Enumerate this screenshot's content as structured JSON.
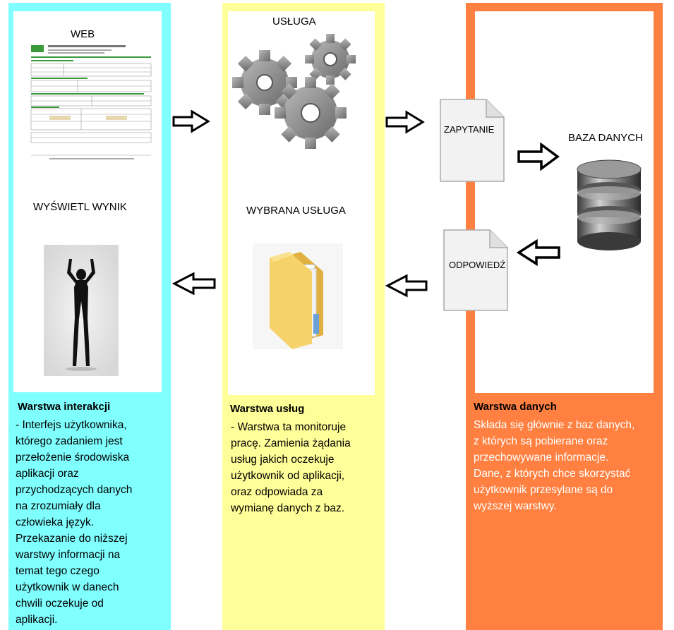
{
  "columns": {
    "interaction": {
      "web_label": "WEB",
      "result_label": "WYŚWIETL WYNIK",
      "title": "Warstwa interakcji",
      "description": "- Interfejs użytkownika,\nktórego zadaniem jest\nprzełożenie środowiska\naplikacji oraz\nprzychodzących danych\nna zrozumiały dla\nczłowieka język.\nPrzekazanie do niższej\nwarstwy informacji na\ntemat tego czego\nużytkownik w danech\nchwili oczekuje od\naplikacji."
    },
    "services": {
      "service_label": "USŁUGA",
      "chosen_label": "WYBRANA USŁUGA",
      "title": "Warstwa usług",
      "description": "- Warstwa ta monitoruje\npracę. Zamienia żądania\nusług jakich oczekuje\nużytkownik od aplikacji,\noraz odpowiada za\nwymianę danych z baz."
    },
    "data": {
      "query_label": "ZAPYTANIE",
      "database_label": "BAZA DANYCH",
      "answer_label": "ODPOWIEDŹ",
      "title": "Warstwa danych",
      "description": "Składa się głównie z baz danych,\nz których są pobierane oraz\nprzechowywane informacje.\nDane, z których chce skorzystać\nużytkownik przesylane są do\nwyższej warstwy."
    }
  },
  "colors": {
    "interaction": "#80FFFF",
    "services": "#FFFF99",
    "data": "#FF8040"
  },
  "icons": [
    "web-form-thumbnail",
    "gears-icon",
    "folder-icon",
    "person-silhouette",
    "document-icon",
    "database-icon",
    "arrow-right-icon",
    "arrow-left-icon"
  ]
}
